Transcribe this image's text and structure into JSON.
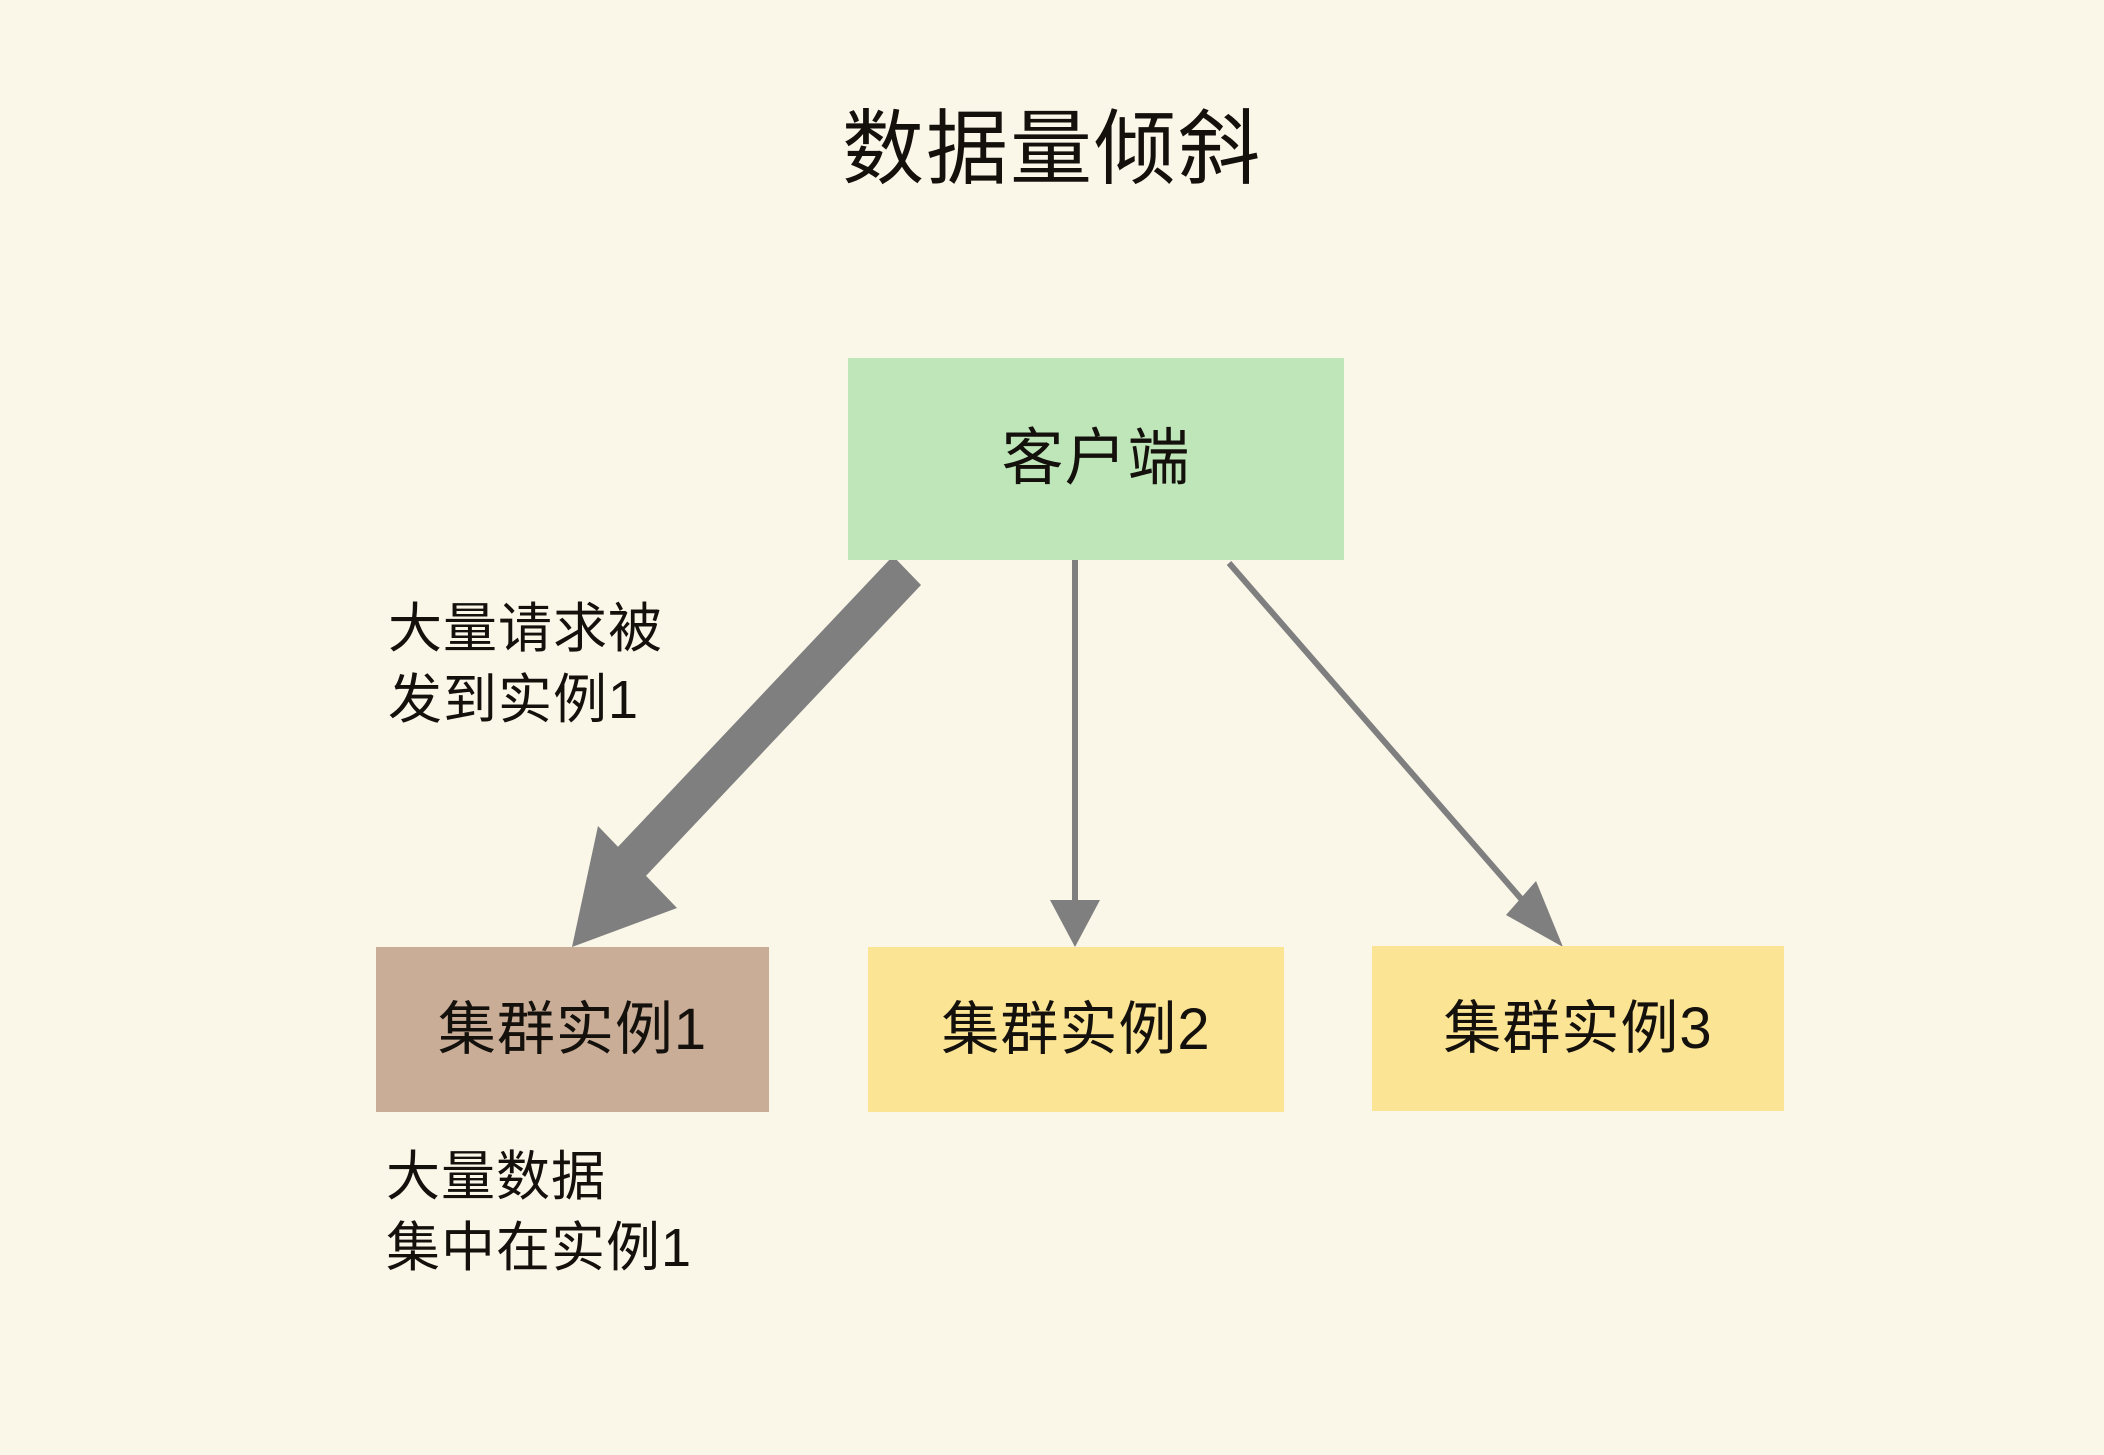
{
  "diagram": {
    "title": "数据量倾斜",
    "background_color": "#faf7e9",
    "text_color": "#14110d",
    "arrow_color": "#7f7f7f",
    "nodes": [
      {
        "id": "client",
        "label": "客户端",
        "color": "#bfe6b9",
        "role": "source"
      },
      {
        "id": "instance-1",
        "label": "集群实例1",
        "color": "#c9ad97",
        "role": "hot-instance"
      },
      {
        "id": "instance-2",
        "label": "集群实例2",
        "color": "#fce495",
        "role": "instance"
      },
      {
        "id": "instance-3",
        "label": "集群实例3",
        "color": "#fce495",
        "role": "instance"
      }
    ],
    "edges": [
      {
        "id": "client-to-instance-1",
        "from": "client",
        "to": "instance-1",
        "weight": "heavy"
      },
      {
        "id": "client-to-instance-2",
        "from": "client",
        "to": "instance-2",
        "weight": "light"
      },
      {
        "id": "client-to-instance-3",
        "from": "client",
        "to": "instance-3",
        "weight": "light"
      }
    ],
    "annotations": [
      {
        "id": "requests",
        "text": "大量请求被\n发到实例1"
      },
      {
        "id": "data",
        "text": "大量数据\n集中在实例1"
      }
    ]
  }
}
